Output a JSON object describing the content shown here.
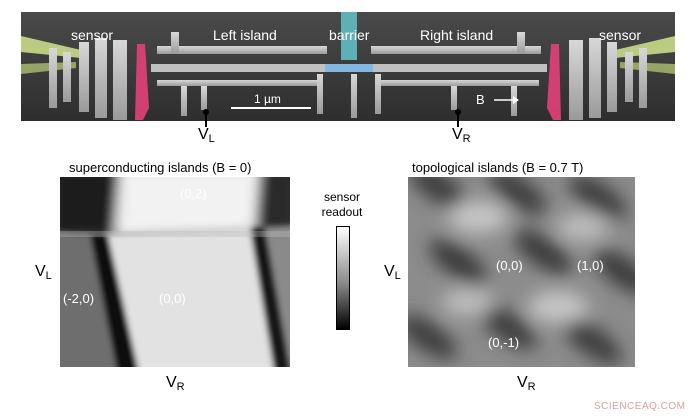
{
  "sem_image": {
    "labels": {
      "sensor_left": "sensor",
      "left_island": "Left island",
      "barrier": "barrier",
      "right_island": "Right island",
      "sensor_right": "sensor",
      "scale_bar": "1 µm",
      "field_label": "B"
    },
    "gate_labels": {
      "left": {
        "main": "V",
        "sub": "L"
      },
      "right": {
        "main": "V",
        "sub": "R"
      }
    },
    "colors": {
      "sensor": "#c9dc8a",
      "gate_pink": "#e3407a",
      "barrier": "#5fb0b5",
      "island": "#7fb6e0"
    }
  },
  "panels": {
    "left": {
      "title": "superconducting islands (B = 0)",
      "states": [
        "(0,2)",
        "(-2,0)",
        "(0,0)"
      ],
      "ylabel": {
        "main": "V",
        "sub": "L"
      },
      "xlabel": {
        "main": "V",
        "sub": "R"
      }
    },
    "right": {
      "title": "topological islands (B = 0.7 T)",
      "states": [
        "(0,0)",
        "(1,0)",
        "(0,-1)"
      ],
      "ylabel": {
        "main": "V",
        "sub": "L"
      },
      "xlabel": {
        "main": "V",
        "sub": "R"
      }
    }
  },
  "colorbar": {
    "label_line1": "sensor",
    "label_line2": "readout"
  },
  "credit": "SCIENCEAQ.COM"
}
